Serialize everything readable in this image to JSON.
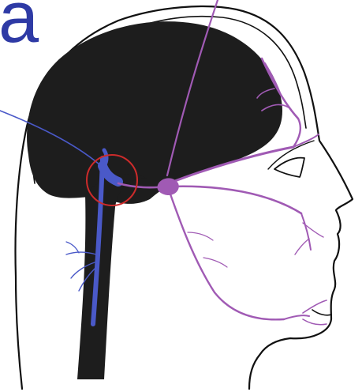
{
  "figure": {
    "panel_letter": "a",
    "colors": {
      "panel_letter": "#2e3aa5",
      "brain": "#1d1d1d",
      "head_outline": "#111111",
      "purple_nerve": "#a05ab4",
      "blue_nerve": "#4a59c8",
      "highlight_circle": "#cc2b2b",
      "background": "#ffffff"
    },
    "icons": {
      "head": "head-profile-outline",
      "brain": "brain-silhouette",
      "marker": "red-circle-marker"
    }
  }
}
